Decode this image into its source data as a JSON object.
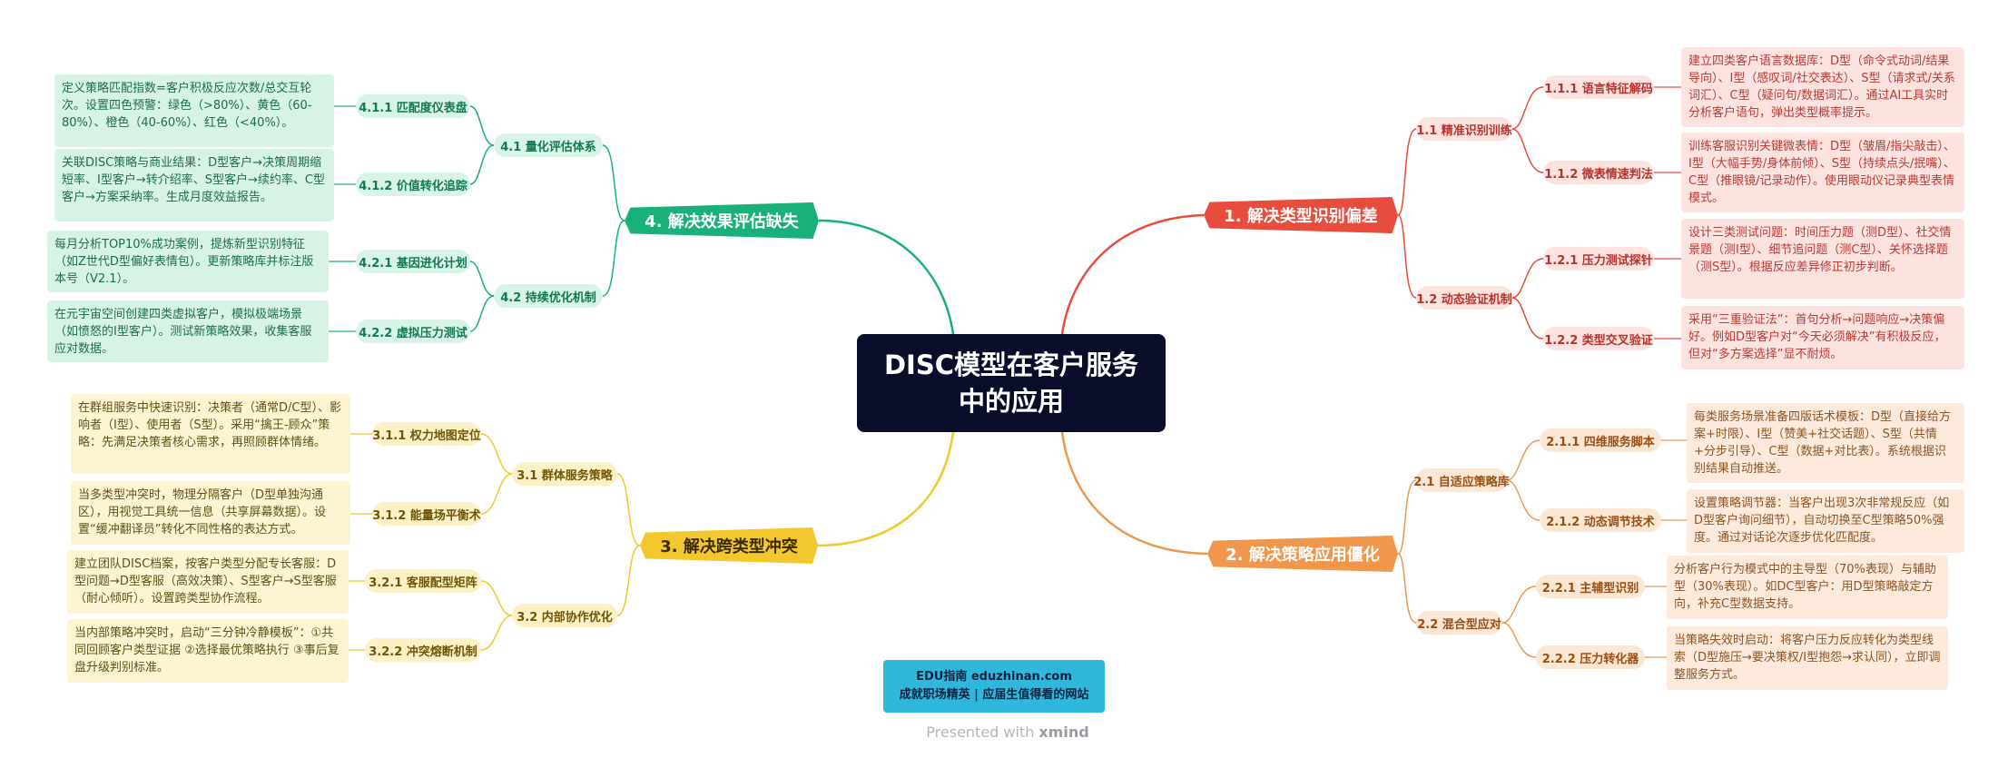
{
  "root": {
    "title_line1": "DISC模型在客户服务",
    "title_line2": "中的应用"
  },
  "branches": {
    "b1": {
      "title": "1. 解决类型识别偏差",
      "color": "#e74c3c",
      "subs": {
        "s1": {
          "title": "1.1 精准识别训练",
          "items": {
            "i1": {
              "title": "1.1.1 语言特征解码",
              "detail": "建立四类客户语言数据库：D型（命令式动词/结果导向）、I型（感叹词/社交表达）、S型（请求式/关系词汇）、C型（疑问句/数据词汇）。通过AI工具实时分析客户语句，弹出类型概率提示。"
            },
            "i2": {
              "title": "1.1.2 微表情速判法",
              "detail": "训练客服识别关键微表情：D型（皱眉/指尖敲击）、I型（大幅手势/身体前倾）、S型（持续点头/抿嘴）、C型（推眼镜/记录动作）。使用眼动仪记录典型表情模式。"
            }
          }
        },
        "s2": {
          "title": "1.2 动态验证机制",
          "items": {
            "i1": {
              "title": "1.2.1 压力测试探针",
              "detail": "设计三类测试问题：时间压力题（测D型）、社交情景题（测I型）、细节追问题（测C型）、关怀选择题（测S型）。根据反应差异修正初步判断。"
            },
            "i2": {
              "title": "1.2.2 类型交叉验证",
              "detail": "采用“三重验证法”：首句分析→问题响应→决策偏好。例如D型客户对“今天必须解决”有积极反应，但对“多方案选择”显不耐烦。"
            }
          }
        }
      }
    },
    "b2": {
      "title": "2. 解决策略应用僵化",
      "color": "#f0974c",
      "subs": {
        "s1": {
          "title": "2.1 自适应策略库",
          "items": {
            "i1": {
              "title": "2.1.1 四维服务脚本",
              "detail": "每类服务场景准备四版话术模板：D型（直接给方案+时限）、I型（赞美+社交话题）、S型（共情+分步引导）、C型（数据+对比表）。系统根据识别结果自动推送。"
            },
            "i2": {
              "title": "2.1.2 动态调节技术",
              "detail": "设置策略调节器：当客户出现3次非常规反应（如D型客户询问细节），自动切换至C型策略50%强度。通过对话论次逐步优化匹配度。"
            }
          }
        },
        "s2": {
          "title": "2.2 混合型应对",
          "items": {
            "i1": {
              "title": "2.2.1 主辅型识别",
              "detail": "分析客户行为模式中的主导型（70%表现）与辅助型（30%表现）。如DC型客户：用D型策略敲定方向，补充C型数据支持。"
            },
            "i2": {
              "title": "2.2.2 压力转化器",
              "detail": "当策略失效时启动：将客户压力反应转化为类型线索（D型施压→要决策权/I型抱怨→求认同），立即调整服务方式。"
            }
          }
        }
      }
    },
    "b3": {
      "title": "3. 解决跨类型冲突",
      "color": "#f2c82e",
      "subs": {
        "s1": {
          "title": "3.1 群体服务策略",
          "items": {
            "i1": {
              "title": "3.1.1 权力地图定位",
              "detail": "在群组服务中快速识别：决策者（通常D/C型）、影响者（I型）、使用者（S型）。采用“擒王-顾众”策略：先满足决策者核心需求，再照顾群体情绪。"
            },
            "i2": {
              "title": "3.1.2 能量场平衡术",
              "detail": "当多类型冲突时，物理分隔客户（D型单独沟通区），用视觉工具统一信息（共享屏幕数据）。设置“缓冲翻译员”转化不同性格的表达方式。"
            }
          }
        },
        "s2": {
          "title": "3.2 内部协作优化",
          "items": {
            "i1": {
              "title": "3.2.1 客服配型矩阵",
              "detail": "建立团队DISC档案，按客户类型分配专长客服：D型问题→D型客服（高效决策）、S型客户→S型客服（耐心倾听）。设置跨类型协作流程。"
            },
            "i2": {
              "title": "3.2.2 冲突熔断机制",
              "detail": "当内部策略冲突时，启动“三分钟冷静模板”：①共同回顾客户类型证据 ②选择最优策略执行 ③事后复盘升级判别标准。"
            }
          }
        }
      }
    },
    "b4": {
      "title": "4. 解决效果评估缺失",
      "color": "#19b07a",
      "subs": {
        "s1": {
          "title": "4.1 量化评估体系",
          "items": {
            "i1": {
              "title": "4.1.1 匹配度仪表盘",
              "detail": "定义策略匹配指数=客户积极反应次数/总交互轮次。设置四色预警：绿色（>80%）、黄色（60-80%）、橙色（40-60%）、红色（<40%）。"
            },
            "i2": {
              "title": "4.1.2 价值转化追踪",
              "detail": "关联DISC策略与商业结果：D型客户→决策周期缩短率、I型客户→转介绍率、S型客户→续约率、C型客户→方案采纳率。生成月度效益报告。"
            }
          }
        },
        "s2": {
          "title": "4.2 持续优化机制",
          "items": {
            "i1": {
              "title": "4.2.1 基因进化计划",
              "detail": "每月分析TOP10%成功案例，提炼新型识别特征（如Z世代D型偏好表情包）。更新策略库并标注版本号（V2.1）。"
            },
            "i2": {
              "title": "4.2.2 虚拟压力测试",
              "detail": "在元宇宙空间创建四类虚拟客户，模拟极端场景（如愤怒的I型客户）。测试新策略效果，收集客服应对数据。"
            }
          }
        }
      }
    }
  },
  "brand": {
    "line1": "EDU指南  eduzhinan.com",
    "line2": "成就职场精英 | 应届生值得看的网站",
    "color": "#2fb8dc"
  },
  "footer": {
    "prefix": "Presented with",
    "logo": "xmind"
  }
}
